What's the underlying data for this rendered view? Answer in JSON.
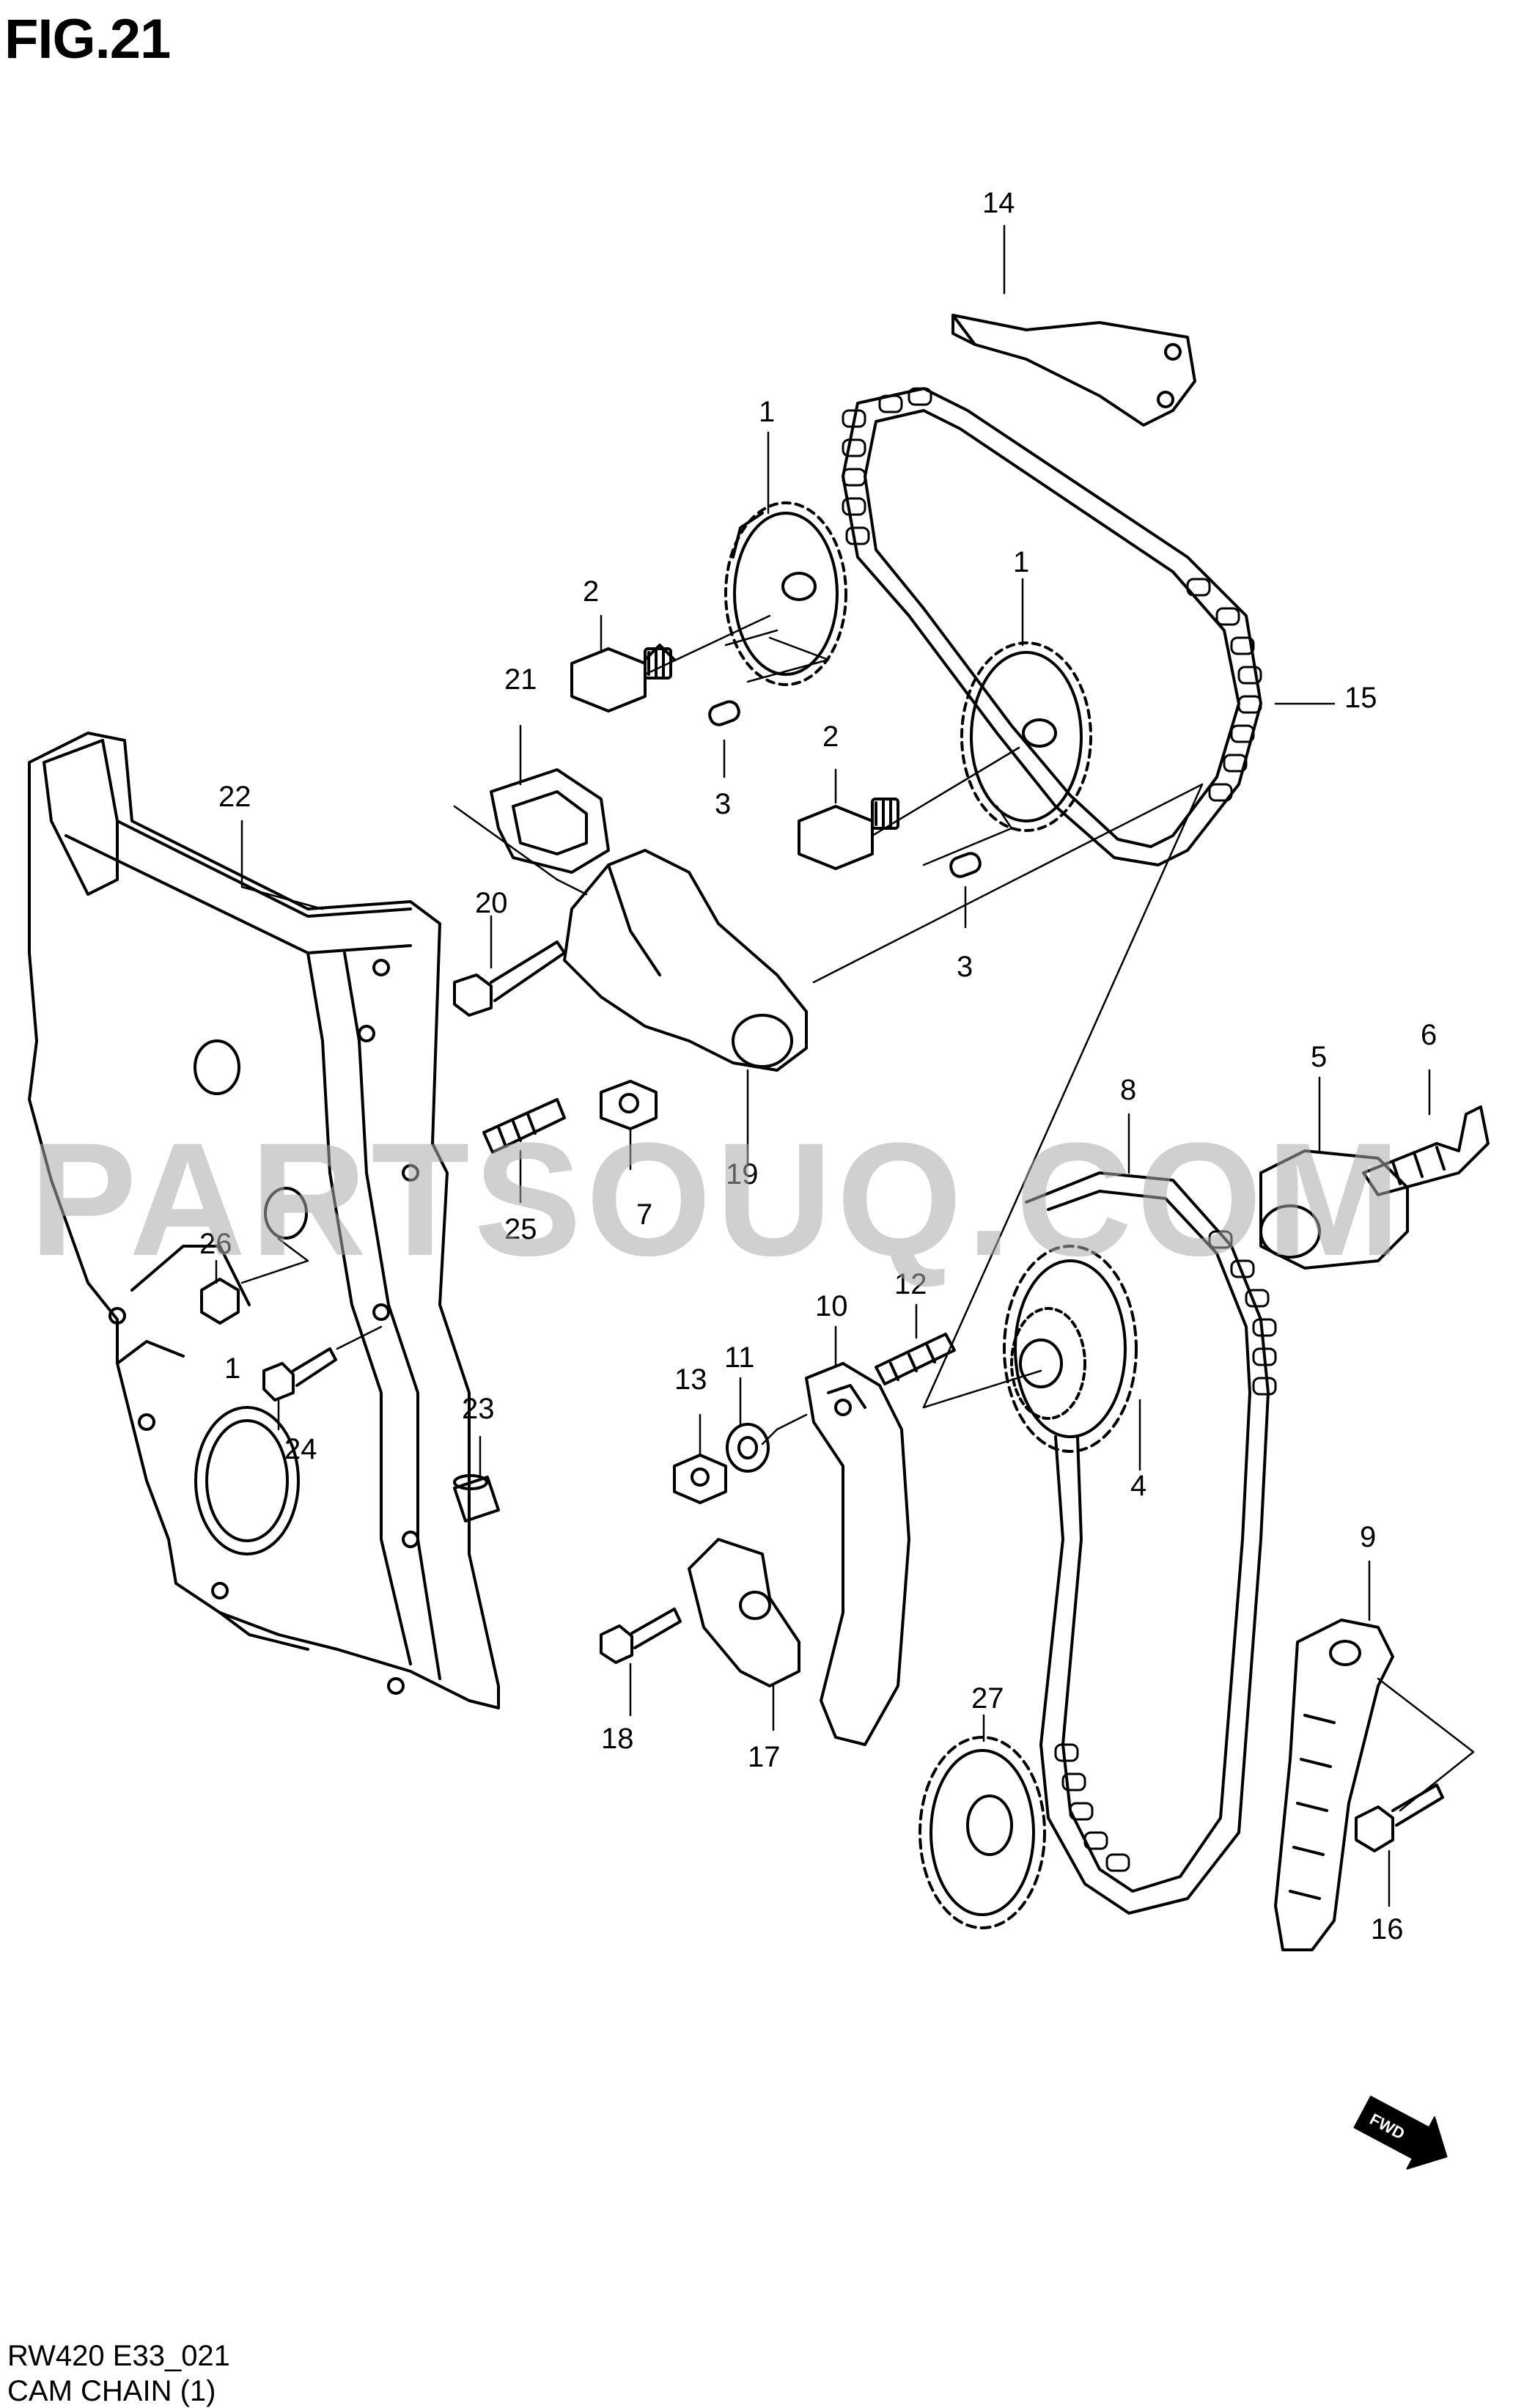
{
  "figure": {
    "title": "FIG.21",
    "code": "RW420 E33_021",
    "name": "CAM CHAIN (1)",
    "watermark": "PARTSOUQ.COM",
    "fwd_label": "FWD"
  },
  "callouts": {
    "c1a": "1",
    "c1b": "1",
    "c2a": "2",
    "c2b": "2",
    "c3a": "3",
    "c3b": "3",
    "c4": "4",
    "c5": "5",
    "c6": "6",
    "c7": "7",
    "c8": "8",
    "c9": "9",
    "c10": "10",
    "c11": "11",
    "c12": "12",
    "c13": "13",
    "c14": "14",
    "c15": "15",
    "c16": "16",
    "c17": "17",
    "c18": "18",
    "c19": "19",
    "c20": "20",
    "c21": "21",
    "c22": "22",
    "c23": "23",
    "c24": "24",
    "c25": "25",
    "c26": "26",
    "c27": "27",
    "mark": "1"
  },
  "colors": {
    "line": "#000000",
    "watermark": "#aaaaaa"
  }
}
